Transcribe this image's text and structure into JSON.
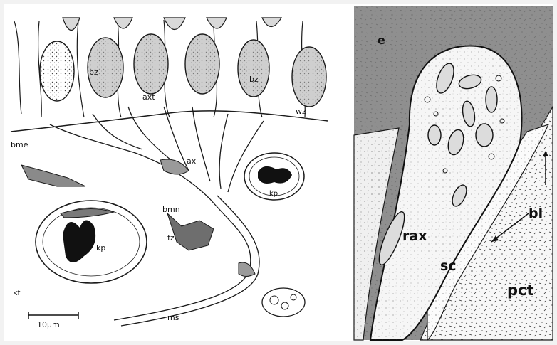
{
  "figure": {
    "left_panel": {
      "labels": {
        "bz": "bz",
        "bz2": "bz",
        "axt": "axt",
        "wz": "wz",
        "bme": "bme",
        "ax": "ax",
        "kp_top": "kp",
        "kp_left": "kp",
        "bmn": "bmn",
        "fz": "fz",
        "ms": "ms",
        "kf": "kf"
      },
      "scale_bar": "10µm"
    },
    "right_panel": {
      "labels": {
        "e": "e",
        "rax": "rax",
        "sc": "sc",
        "bl": "bl",
        "pct": "pct"
      }
    },
    "colors": {
      "background": "#ffffff",
      "frame": "#e9e9e9",
      "lumen_gray": "#8f8f8f",
      "ink": "#1a1a1a",
      "nucleus_fill": "#cfcfcf"
    }
  }
}
